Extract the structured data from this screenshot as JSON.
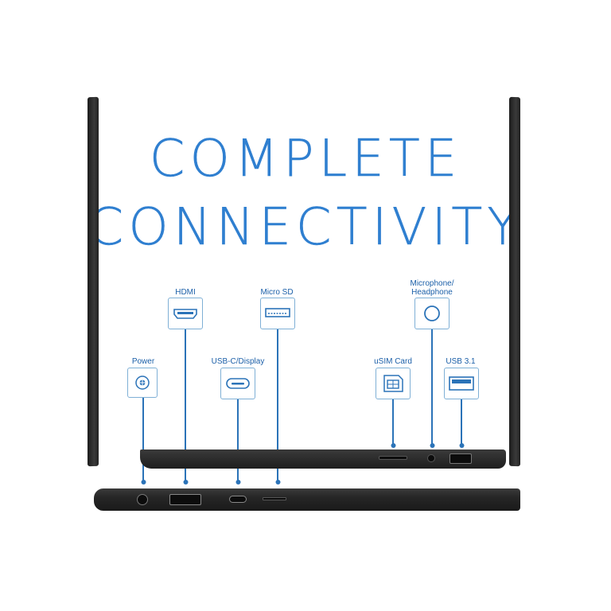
{
  "headline": {
    "line1": "COMPLETE",
    "line2": "CONNECTIVITY"
  },
  "colors": {
    "accent": "#2f7fd0",
    "label": "#1b5fa8",
    "line": "#2b73b8"
  },
  "ports": {
    "power": "Power",
    "hdmi": "HDMI",
    "usbc_display": "USB-C/Display",
    "micro_sd": "Micro SD",
    "usim_card": "uSIM Card",
    "microphone_headphone_1": "Microphone/",
    "microphone_headphone_2": "Headphone",
    "usb31": "USB 3.1"
  },
  "icons": {
    "power": "power-jack-icon",
    "hdmi": "hdmi-port-icon",
    "usbc": "usb-c-port-icon",
    "microsd": "micro-sd-slot-icon",
    "usim": "sim-card-icon",
    "audio": "audio-jack-icon",
    "usb": "usb-a-port-icon"
  }
}
